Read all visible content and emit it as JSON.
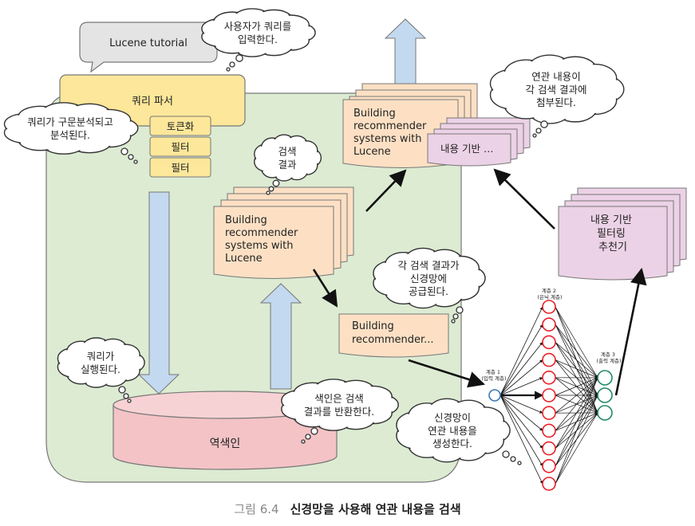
{
  "caption": {
    "number": "그림 6.4",
    "title": "신경망을 사용해 연관 내용을 검색"
  },
  "query_box": "Lucene tutorial",
  "query_parser": {
    "title": "쿼리 파서",
    "steps": [
      "토큰화",
      "필터",
      "필터"
    ]
  },
  "index_label": "역색인",
  "doc_main": [
    "Building",
    "recommender",
    "systems with",
    "Lucene"
  ],
  "doc_top": [
    "Building",
    "recommender",
    "systems with",
    "Lucene"
  ],
  "doc_small": [
    "Building",
    "recommender..."
  ],
  "content_tag": "내용 기반 …",
  "recommender": [
    "내용 기반",
    "필터링",
    "추천기"
  ],
  "bubbles": {
    "user_input": [
      "사용자가 쿼리를",
      "입력한다."
    ],
    "parsed": [
      "쿼리가 구문분석되고",
      "분석된다."
    ],
    "search_result": [
      "검색",
      "결과"
    ],
    "executed": [
      "쿼리가",
      "실행된다."
    ],
    "index_returns": [
      "색인은 검색",
      "결과를 반환한다."
    ],
    "attached": [
      "연관 내용이",
      "각 검색 결과에",
      "첨부된다."
    ],
    "fed": [
      "각 검색 결과가",
      "신경망에",
      "공급된다."
    ],
    "generates": [
      "신경망이",
      "연관 내용을",
      "생성한다."
    ]
  },
  "nn": {
    "layer1": [
      "계층 1",
      "(입력 계층)"
    ],
    "layer2": [
      "계층 2",
      "(은닉 계층)"
    ],
    "layer3": [
      "계층 3",
      "(출력 계층)"
    ],
    "hidden_count": 11,
    "output_count": 3
  },
  "colors": {
    "panel": "#dcebd2",
    "parser": "#fce79a",
    "doc": "#fde0c4",
    "pink": "#ecd2e6",
    "index": "#f3c3c6",
    "arrow": "#c3d9ef",
    "hidden_node": "#e8202a",
    "io_node": "#1f8a6a"
  }
}
